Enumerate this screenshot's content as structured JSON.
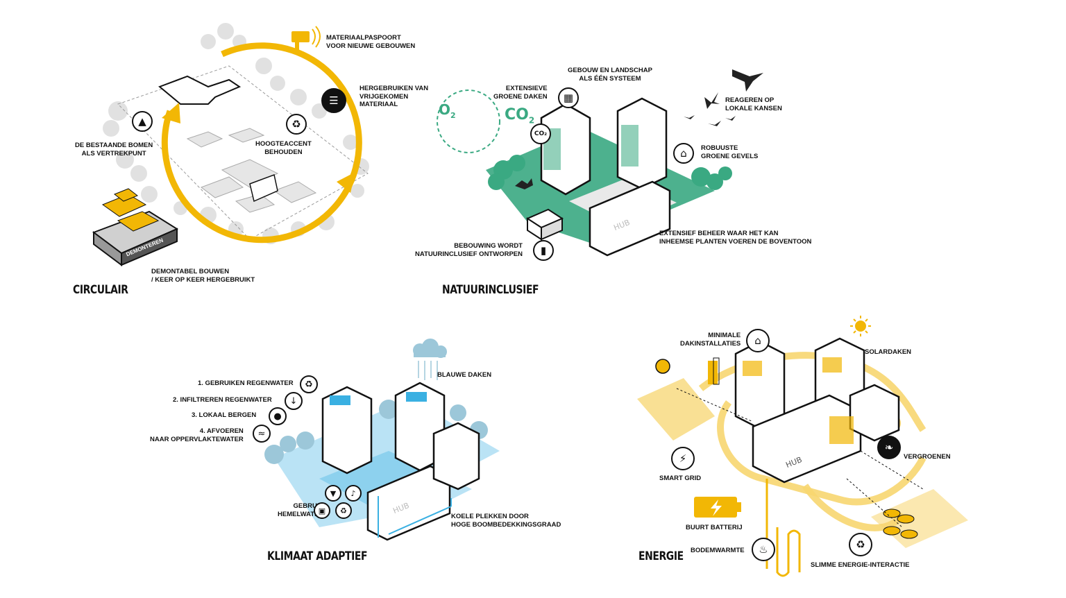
{
  "colors": {
    "yellow": "#f2b705",
    "green": "#3aa982",
    "blue": "#3ab0e2",
    "grey": "#d9d9d9",
    "ink": "#111111"
  },
  "circulair": {
    "title": "CIRCULAIR",
    "label_passport": "MATERIAALPASPOORT\nVOOR NIEUWE GEBOUWEN",
    "label_reuse": "HERGEBRUIKEN VAN\nVRIJGEKOMEN\nMATERIAAL",
    "label_trees": "DE BESTAANDE BOMEN\nALS VERTREKPUNT",
    "label_accent": "HOOGTEACCENT\nBEHOUDEN",
    "label_demontabel": "DEMONTABEL BOUWEN\n/ KEER OP KEER HERGEBRUIKT",
    "box_text": "DEMONTEREN"
  },
  "natuur": {
    "title": "NATUURINCLUSIEF",
    "label_system": "GEBOUW EN LANDSCHAP\nALS ÉÉN SYSTEEM",
    "label_roofs": "EXTENSIEVE\nGROENE DAKEN",
    "label_react": "REAGEREN OP\nLOKALE KANSEN",
    "label_facades": "ROBUUSTE\nGROENE GEVELS",
    "label_manage": "EXTENSIEF BEHEER WAAR HET KAN\nINHEEMSE PLANTEN VOEREN DE BOVENTOON",
    "label_build": "BEBOUWING WORDT\nNATUURINCLUSIEF ONTWORPEN",
    "co2_big": "CO",
    "co2_sub": "2",
    "o2": "O",
    "hub": "HUB"
  },
  "klimaat": {
    "title": "KLIMAAT ADAPTIEF",
    "step1": "1. GEBRUIKEN REGENWATER",
    "step2": "2. INFILTREREN REGENWATER",
    "step3": "3. LOKAAL BERGEN",
    "step4": "4. AFVOEREN\nNAAR OPPERVLAKTEWATER",
    "label_blue_roofs": "BLAUWE DAKEN",
    "label_rainwater": "GEBRUIK\nHEMELWATER",
    "label_cool": "KOELE PLEKKEN DOOR\nHOGE BOOMBEDEKKINGSGRAAD",
    "hub": "HUB"
  },
  "energie": {
    "title": "ENERGIE",
    "label_min_roof": "MINIMALE\nDAKINSTALLATIES",
    "label_solar": "SOLARDAKEN",
    "label_green": "VERGROENEN",
    "label_grid": "SMART GRID",
    "label_battery": "BUURT BATTERIJ",
    "label_heat": "BODEMWARMTE",
    "label_smart": "SLIMME ENERGIE-INTERACTIE",
    "hub": "HUB"
  }
}
